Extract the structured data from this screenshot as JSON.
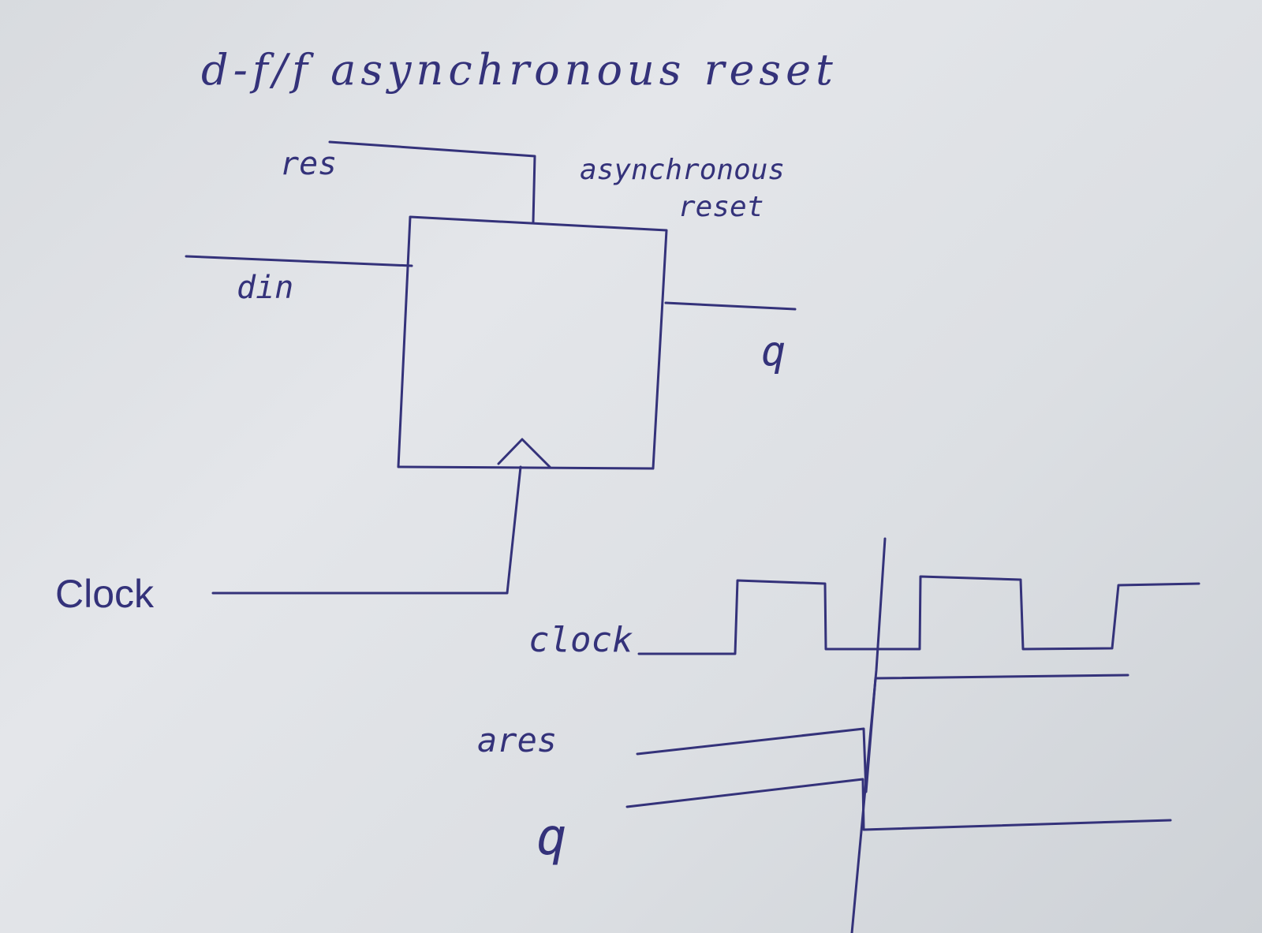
{
  "title": "d-f/f asynchronous reset",
  "block_diagram": {
    "labels": {
      "reset_input": "res",
      "reset_note_line1": "asynchronous",
      "reset_note_line2": "reset",
      "data_input": "din",
      "output": "q",
      "clock_input": "Clock"
    }
  },
  "timing_diagram": {
    "signals": [
      {
        "label": "clock"
      },
      {
        "label": "ares"
      },
      {
        "label": "q"
      }
    ]
  },
  "colors": {
    "ink": "#34327a",
    "paper": "#dfe2e6"
  }
}
